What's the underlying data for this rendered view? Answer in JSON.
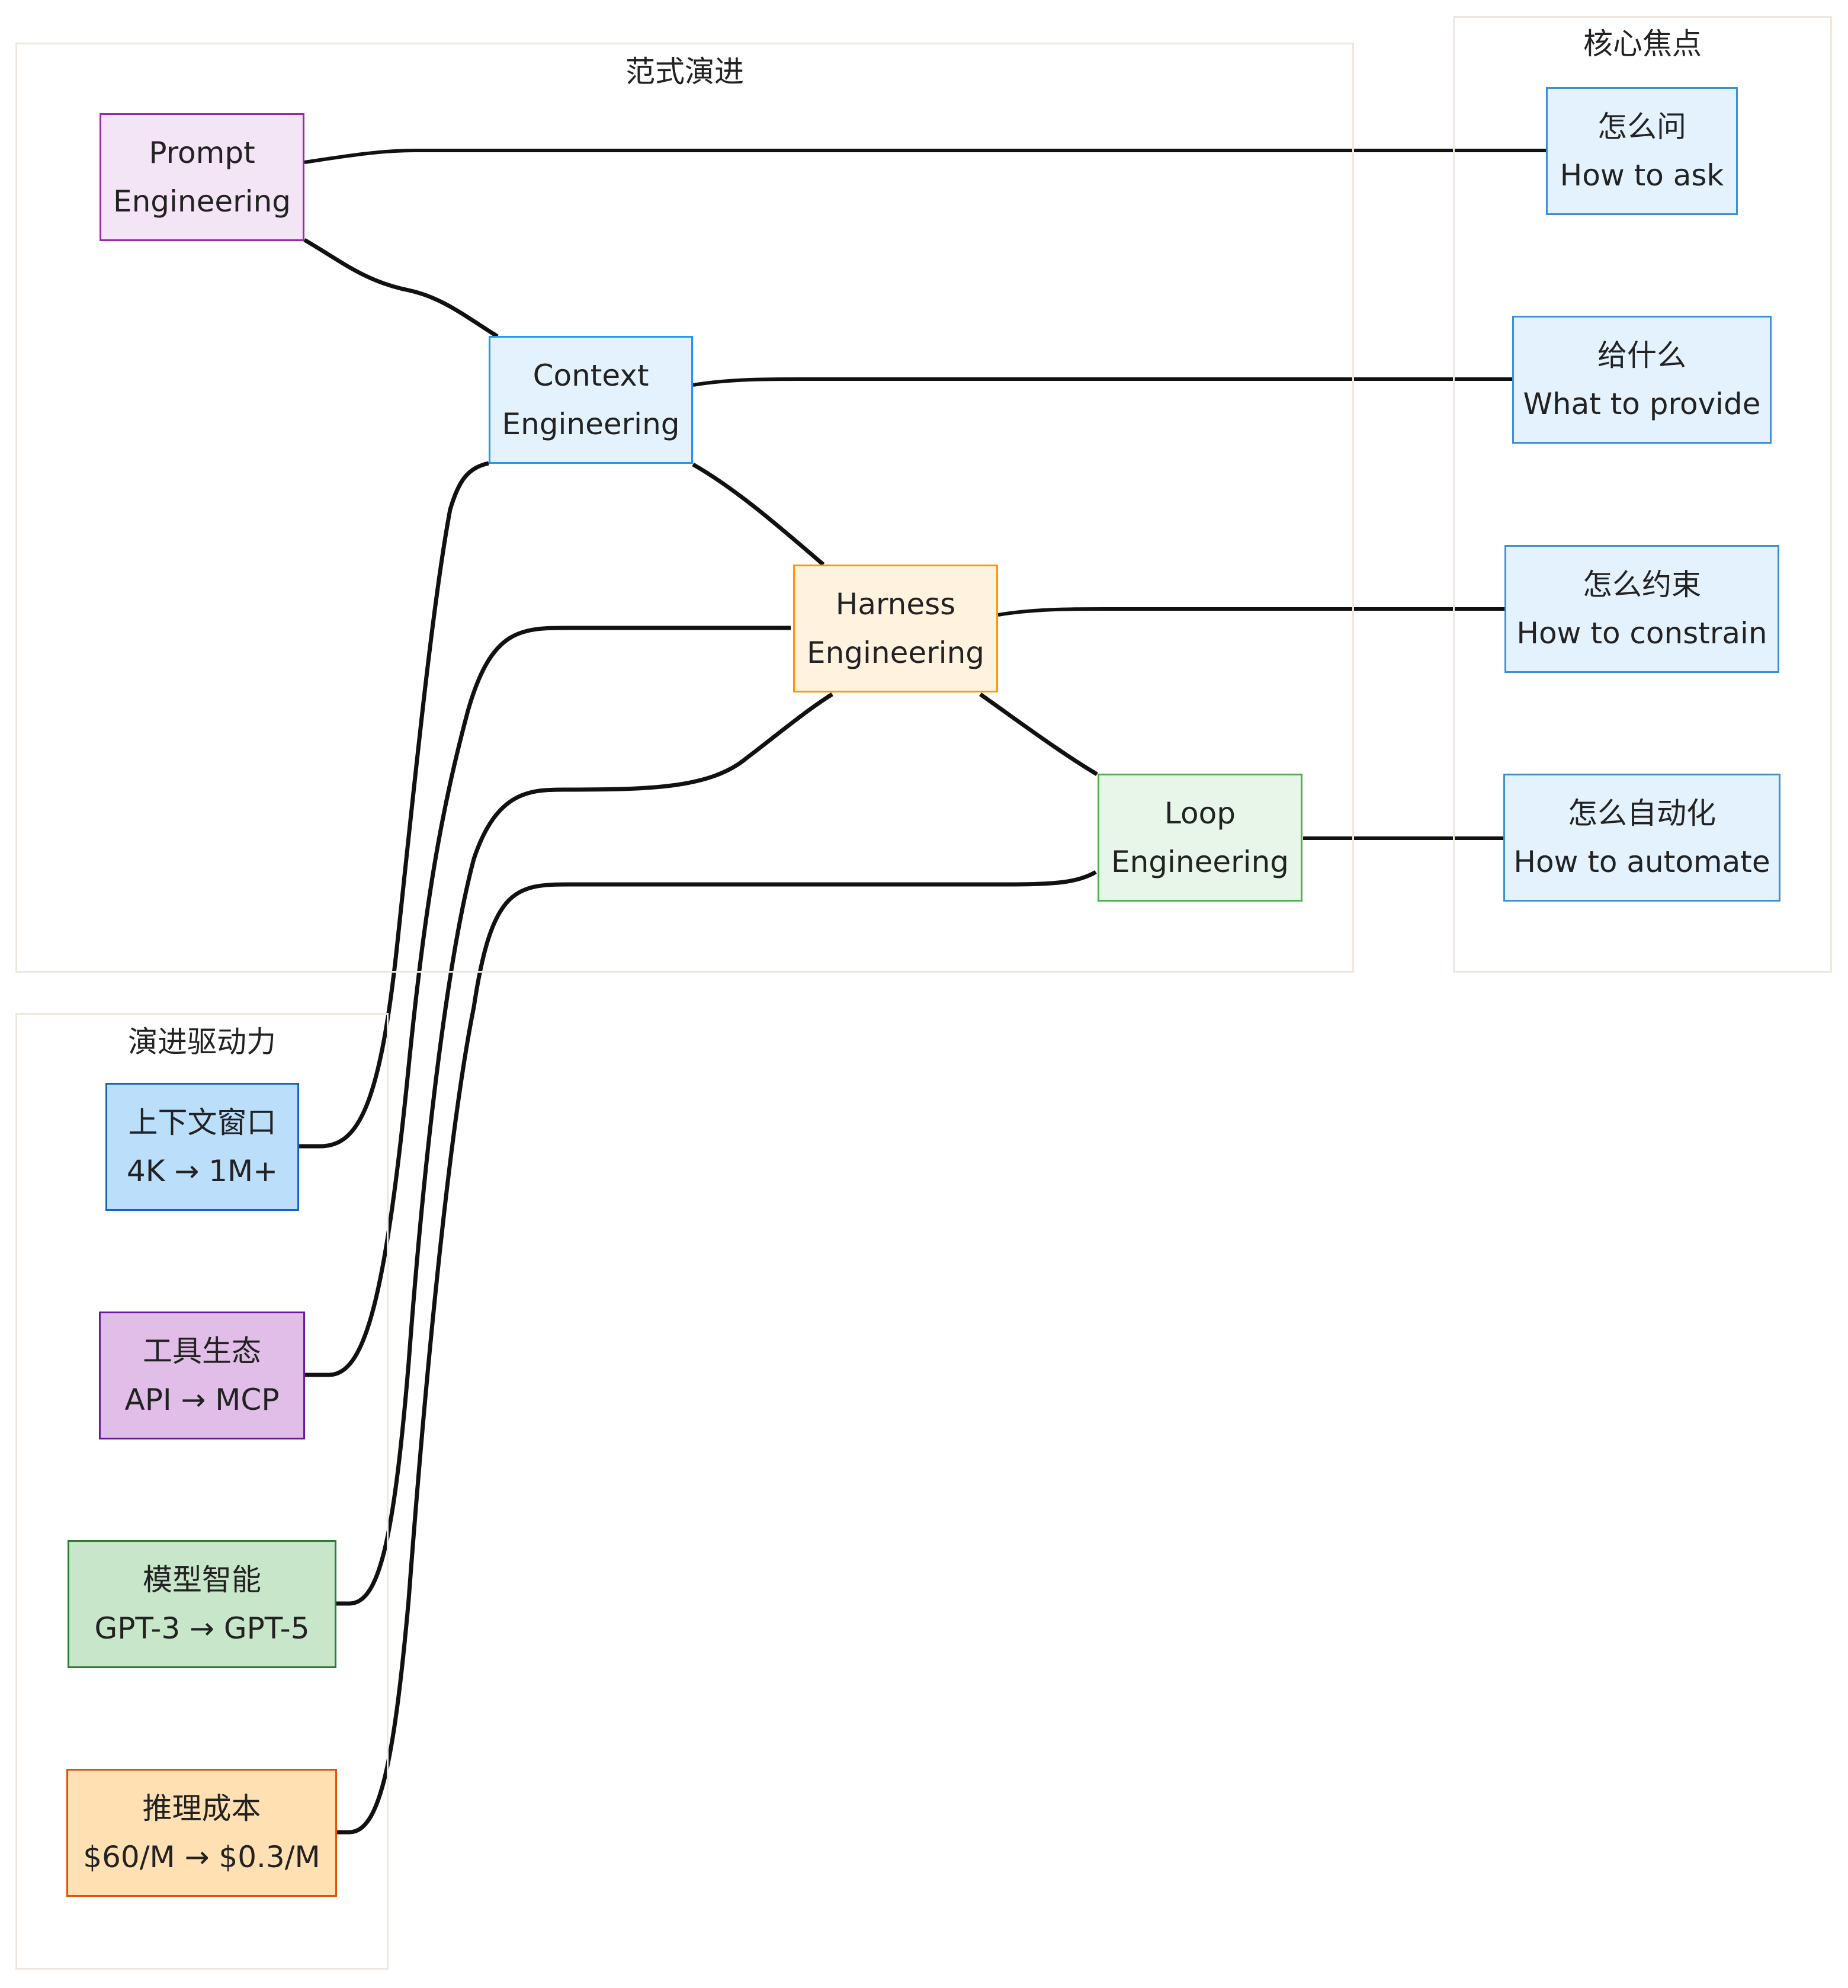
{
  "clusters": {
    "evolution": {
      "title": "范式演进"
    },
    "focus": {
      "title": "核心焦点"
    },
    "drivers": {
      "title": "演进驱动力"
    }
  },
  "paradigms": [
    {
      "line1": "Prompt",
      "line2": "Engineering"
    },
    {
      "line1": "Context",
      "line2": "Engineering"
    },
    {
      "line1": "Harness",
      "line2": "Engineering"
    },
    {
      "line1": "Loop",
      "line2": "Engineering"
    }
  ],
  "focus": [
    {
      "line1": "怎么问",
      "line2": "How to ask"
    },
    {
      "line1": "给什么",
      "line2": "What to provide"
    },
    {
      "line1": "怎么约束",
      "line2": "How to constrain"
    },
    {
      "line1": "怎么自动化",
      "line2": "How to automate"
    }
  ],
  "drivers": [
    {
      "line1": "上下文窗口",
      "line2": "4K → 1M+"
    },
    {
      "line1": "工具生态",
      "line2": "API → MCP"
    },
    {
      "line1": "模型智能",
      "line2": "GPT-3 → GPT-5"
    },
    {
      "line1": "推理成本",
      "line2": "$60/M → $0.3/M"
    }
  ],
  "colors": {
    "cluster_border": "#efe7dd",
    "edge": "#111111",
    "prompt_fill": "#f3e5f5",
    "prompt_border": "#9c27b0",
    "context_fill": "#e3f2fd",
    "context_border": "#2196f3",
    "harness_fill": "#fff3e0",
    "harness_border": "#ff9800",
    "loop_fill": "#e8f5e9",
    "loop_border": "#4caf50",
    "focus_fill": "#e3f2fd",
    "focus_border": "#3d8fd6",
    "window_fill": "#bbdefb",
    "window_border": "#1565c0",
    "tools_fill": "#e1bee7",
    "tools_border": "#6a1b9a",
    "model_fill": "#c8e6c9",
    "model_border": "#2e7d32",
    "cost_fill": "#ffe0b2",
    "cost_border": "#e65100"
  }
}
